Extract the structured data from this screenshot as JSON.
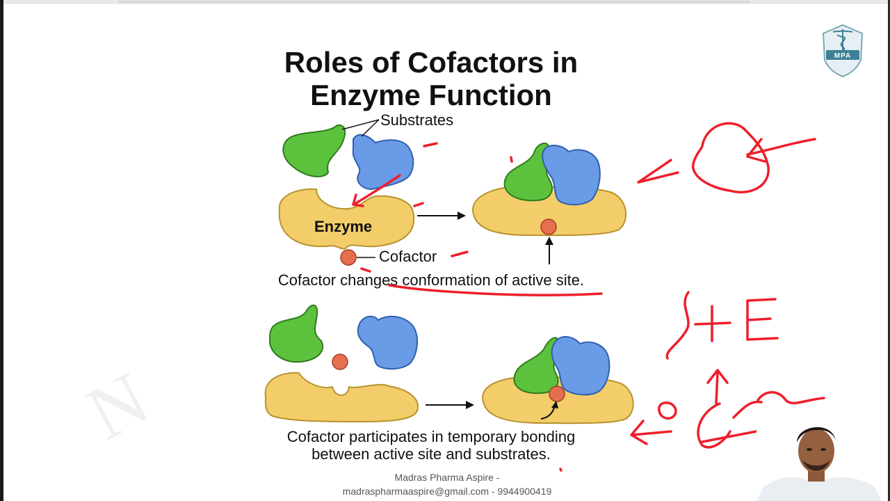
{
  "slide": {
    "title_line1": "Roles of Cofactors in",
    "title_line2": "Enzyme Function",
    "substrates_label": "Substrates",
    "enzyme_label": "Enzyme",
    "cofactor_label": "Cofactor",
    "caption_top": "Cofactor changes conformation of active site.",
    "caption_bottom_line1": "Cofactor participates in temporary bonding",
    "caption_bottom_line2": "between active site and substrates.",
    "footer_line1": "Madras Pharma Aspire -",
    "footer_line2": "madraspharmaaspire@gmail.com - 9944900419"
  },
  "logo": {
    "text": "MPA"
  },
  "colors": {
    "enzyme": "#f2cd6a",
    "enzyme_stroke": "#b8922e",
    "substrate_green": "#5cc23e",
    "substrate_blue": "#6a9be6",
    "cofactor": "#e56f4f",
    "annotation": "#ee1f2b"
  }
}
